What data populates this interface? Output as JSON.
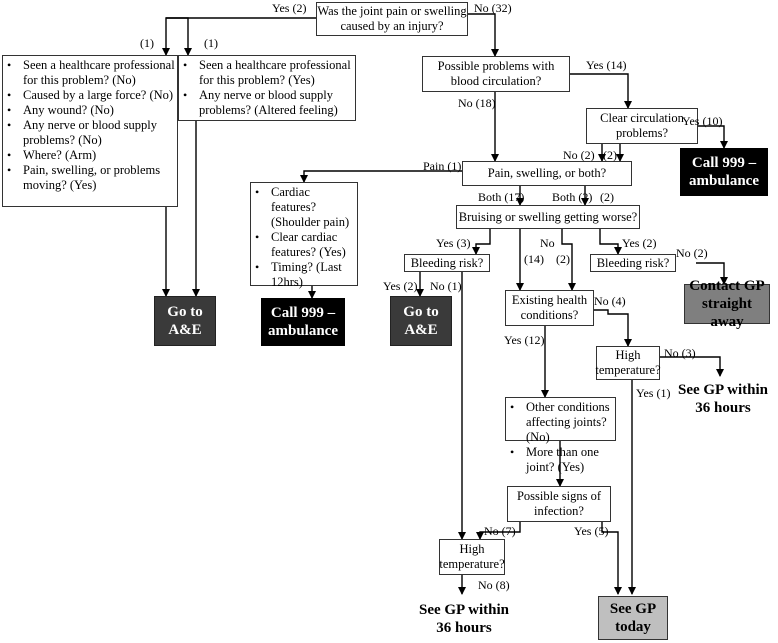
{
  "nodes": {
    "injury_q": "Was the joint pain or swelling caused by an injury?",
    "injury_a_items": [
      "Seen a healthcare professional for this problem? (No)",
      "Caused by a large force? (No)",
      "Any wound? (No)",
      "Any nerve or blood supply problems? (No)",
      "Where? (Arm)",
      "Pain, swelling, or problems moving? (Yes)"
    ],
    "injury_b_items": [
      "Seen a healthcare professional for this problem? (Yes)",
      "Any nerve or blood supply problems? (Altered feeling)"
    ],
    "circulation_q": "Possible problems with blood circulation?",
    "clear_circ_q": "Clear circulation problems?",
    "pain_swelling_q": "Pain, swelling, or both?",
    "cardiac_items": [
      "Cardiac features? (Shoulder pain)",
      "Clear cardiac features? (Yes)",
      "Timing? (Last 12hrs)"
    ],
    "bruising_q": "Bruising or swelling getting worse?",
    "bleeding_q1": "Bleeding risk?",
    "bleeding_q2": "Bleeding risk?",
    "existing_q": "Existing health conditions?",
    "high_temp_q1": "High temperature?",
    "other_items": [
      "Other conditions affecting joints? (No)",
      "More than one joint? (Yes)"
    ],
    "infection_q": "Possible signs of infection?",
    "high_temp_q2": "High temperature?"
  },
  "outcomes": {
    "ae1": "Go to A&E",
    "ae2": "Go to A&E",
    "call999_1": "Call 999 – ambulance",
    "call999_2": "Call 999 – ambulance",
    "contact_gp": "Contact GP straight away",
    "see_gp_36_1": "See GP within 36 hours",
    "see_gp_36_2": "See GP within 36 hours",
    "see_gp_today": "See GP today"
  },
  "edge_labels": {
    "injury_yes": "Yes (2)",
    "injury_no": "No (32)",
    "branch_a": "(1)",
    "branch_b": "(1)",
    "circ_yes": "Yes (14)",
    "circ_no": "No (18)",
    "clear_yes": "Yes (10)",
    "clear_no_a": "No (2)",
    "clear_no_b": "(2)",
    "pain_only": "Pain (1)",
    "both_17": "Both (17)",
    "both_2": "Both (2)",
    "both_2b": "(2)",
    "bruise_yes3": "Yes (3)",
    "bruise_no": "No",
    "bruise_no14": "(14)",
    "bruise_2": "(2)",
    "bruise_yes2": "Yes (2)",
    "bleed1_yes": "Yes (2)",
    "bleed1_no": "No (1)",
    "bleed2_no": "No (2)",
    "existing_no": "No (4)",
    "existing_yes": "Yes (12)",
    "temp1_no": "No (3)",
    "temp1_yes": "Yes (1)",
    "infection_no": "No (7)",
    "infection_yes": "Yes (5)",
    "temp2_no": "No (8)"
  }
}
